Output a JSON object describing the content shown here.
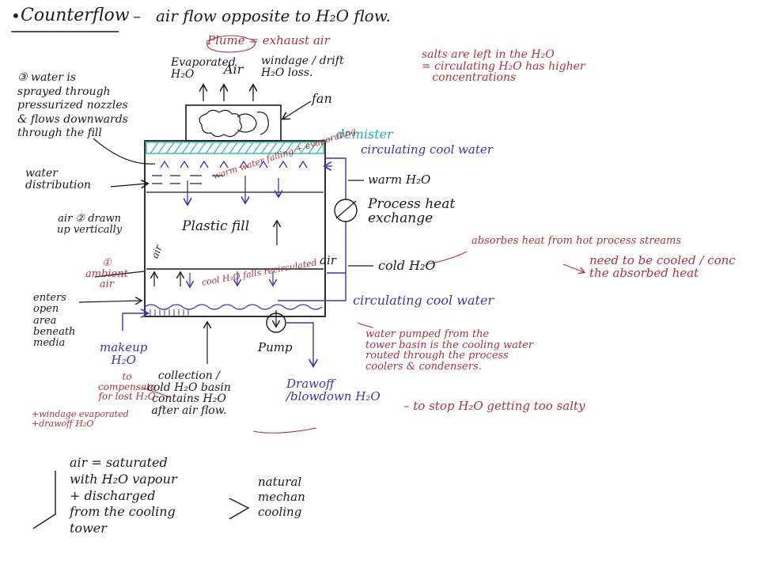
{
  "title": {
    "bullet": "•",
    "term": "Counterflow",
    "dash": "–",
    "definition": "air flow opposite to H₂O flow."
  },
  "plume": "Plume = exhaust air",
  "top_labels": {
    "evaporated": "Evaporated\nH₂O",
    "air": "Air",
    "windage": "windage / drift\nH₂O loss."
  },
  "salts_note": "salts are left in the H₂O\n= circulating H₂O has higher\n   concentrations",
  "step3_note": "③ water is\nsprayed through\npressurized nozzles\n& flows downwards\nthrough the fill",
  "fan": "fan",
  "demister": "demister",
  "circulating_top": "circulating cool water",
  "warm_h2o": "warm H₂O",
  "water_distribution": "water\ndistribution",
  "warm_water_falling": "warm water falling + evaporating",
  "process_heat_exchange": "Process heat\nexchange",
  "step2_note": "air ② drawn\nup vertically",
  "plastic_fill": "Plastic fill",
  "air_inside": "air",
  "absorbs_heat": "absorbes heat from hot process streams",
  "cooled_note": "need to be cooled / conc\nthe absorbed heat",
  "air_right": "air",
  "cold_h2o": "cold H₂O",
  "step1_note": "①\nambient\nair",
  "cool_falls": "cool H₂O falls recirculated",
  "circulating_bottom": "circulating cool water",
  "enters_note": "enters\nopen\narea\nbeneath\nmedia",
  "pump": "Pump",
  "pumped_note": "water pumped from the\ntower basin is the cooling water\nrouted through the process\ncoolers & condensers.",
  "makeup": "makeup\nH₂O",
  "compensate_note": "to\ncompensate\nfor lost H₂O",
  "loss_note": "+windage evaporated\n+drawoff H₂O",
  "collection_note": "collection /\ncold H₂O basin\ncontains H₂O\nafter air flow.",
  "drawoff": "Drawoff\n/blowdown H₂O",
  "salty_note": "– to stop H₂O getting too salty",
  "saturated_note": "air = saturated\nwith H₂O vapour\n+ discharged\nfrom the cooling\ntower",
  "natural_note": "natural\nmechan\ncooling",
  "colors": {
    "ink": "#1a1a1a",
    "red": "#a8343f",
    "blue": "#4a2fa8",
    "teal": "#1fb3a3"
  }
}
